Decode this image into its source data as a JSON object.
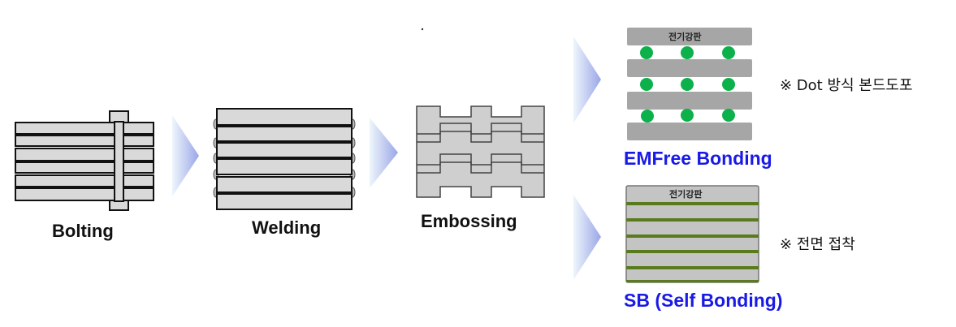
{
  "stages": {
    "bolting": "Bolting",
    "welding": "Welding",
    "embossing": "Embossing"
  },
  "emfree": {
    "title": "EMFree Bonding",
    "plate_label": "전기강판",
    "note": "※ Dot 방식 본드도포"
  },
  "sb": {
    "title": "SB (Self Bonding)",
    "plate_label": "전기강판",
    "note": "※ 전면 접착"
  },
  "colors": {
    "title_blue": "#1a1ae6",
    "dot_green": "#0db14b",
    "bond_green": "#5a7a1e",
    "plate_gray": "#a6a6a6"
  }
}
